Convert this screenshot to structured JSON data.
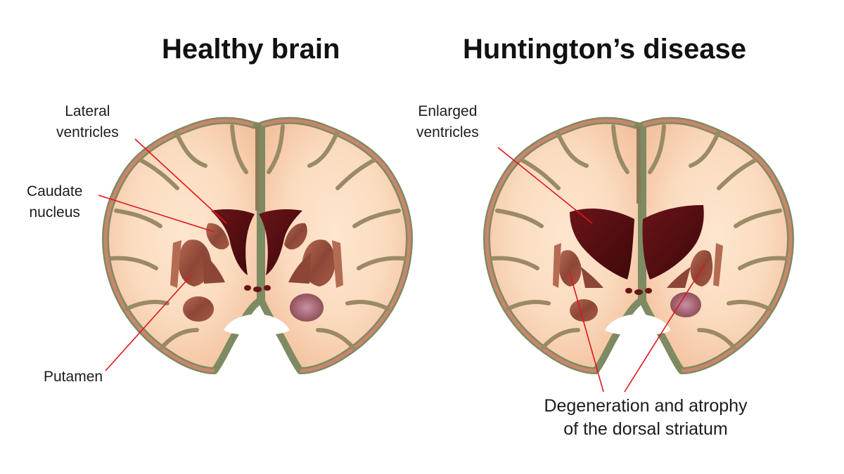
{
  "titles": {
    "left": "Healthy brain",
    "right": "Huntington’s disease"
  },
  "labels": {
    "lateral_ventricles": [
      "Lateral",
      "ventricles"
    ],
    "caudate_nucleus": [
      "Caudate",
      "nucleus"
    ],
    "putamen": "Putamen",
    "enlarged_ventricles": [
      "Enlarged",
      "ventricles"
    ],
    "degeneration": [
      "Degeneration and atrophy",
      "of the dorsal striatum"
    ]
  },
  "colors": {
    "white_matter": "#fbdcc0",
    "white_matter_glow": "#f6c7a6",
    "cortex": "#c9866c",
    "cortex_edge": "#7e8a62",
    "ventricle": "#5a0e12",
    "striatum": "#9a4f3f",
    "leader_line": "#e0161d"
  }
}
